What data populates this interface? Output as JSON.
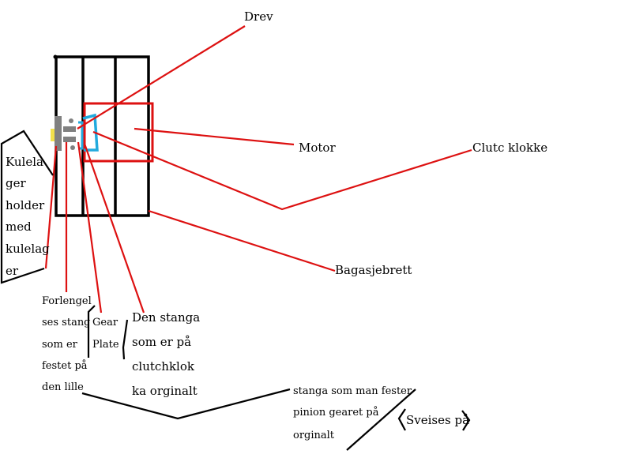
{
  "colors": {
    "ink": "#000000",
    "leader": "#dd1111",
    "motor": "#dd1111",
    "clutch_bell": "#22aadd",
    "bearing_holder": "#f2e14b",
    "extension_rod": "#808080"
  },
  "labels": {
    "drev": "Drev",
    "motor": "Motor",
    "clutch_bell": "Clutc klokke",
    "luggage_board": "Bagasjebrett",
    "bearing_holder": [
      "Kulela",
      "ger",
      "holder",
      "med",
      "kulelag",
      "er"
    ],
    "extension_rod": [
      "Forlengel",
      "ses stang",
      "som er",
      "festet på",
      "den lille"
    ],
    "gear_plate": [
      "Gear",
      "Plate"
    ],
    "clutch_rod": [
      "Den stanga",
      "som er på",
      "clutchklok",
      "ka orginalt"
    ],
    "pinion_rod": [
      "stanga som man fester",
      "pinion gearet på",
      "orginalt"
    ],
    "weld": "Sveises på"
  }
}
